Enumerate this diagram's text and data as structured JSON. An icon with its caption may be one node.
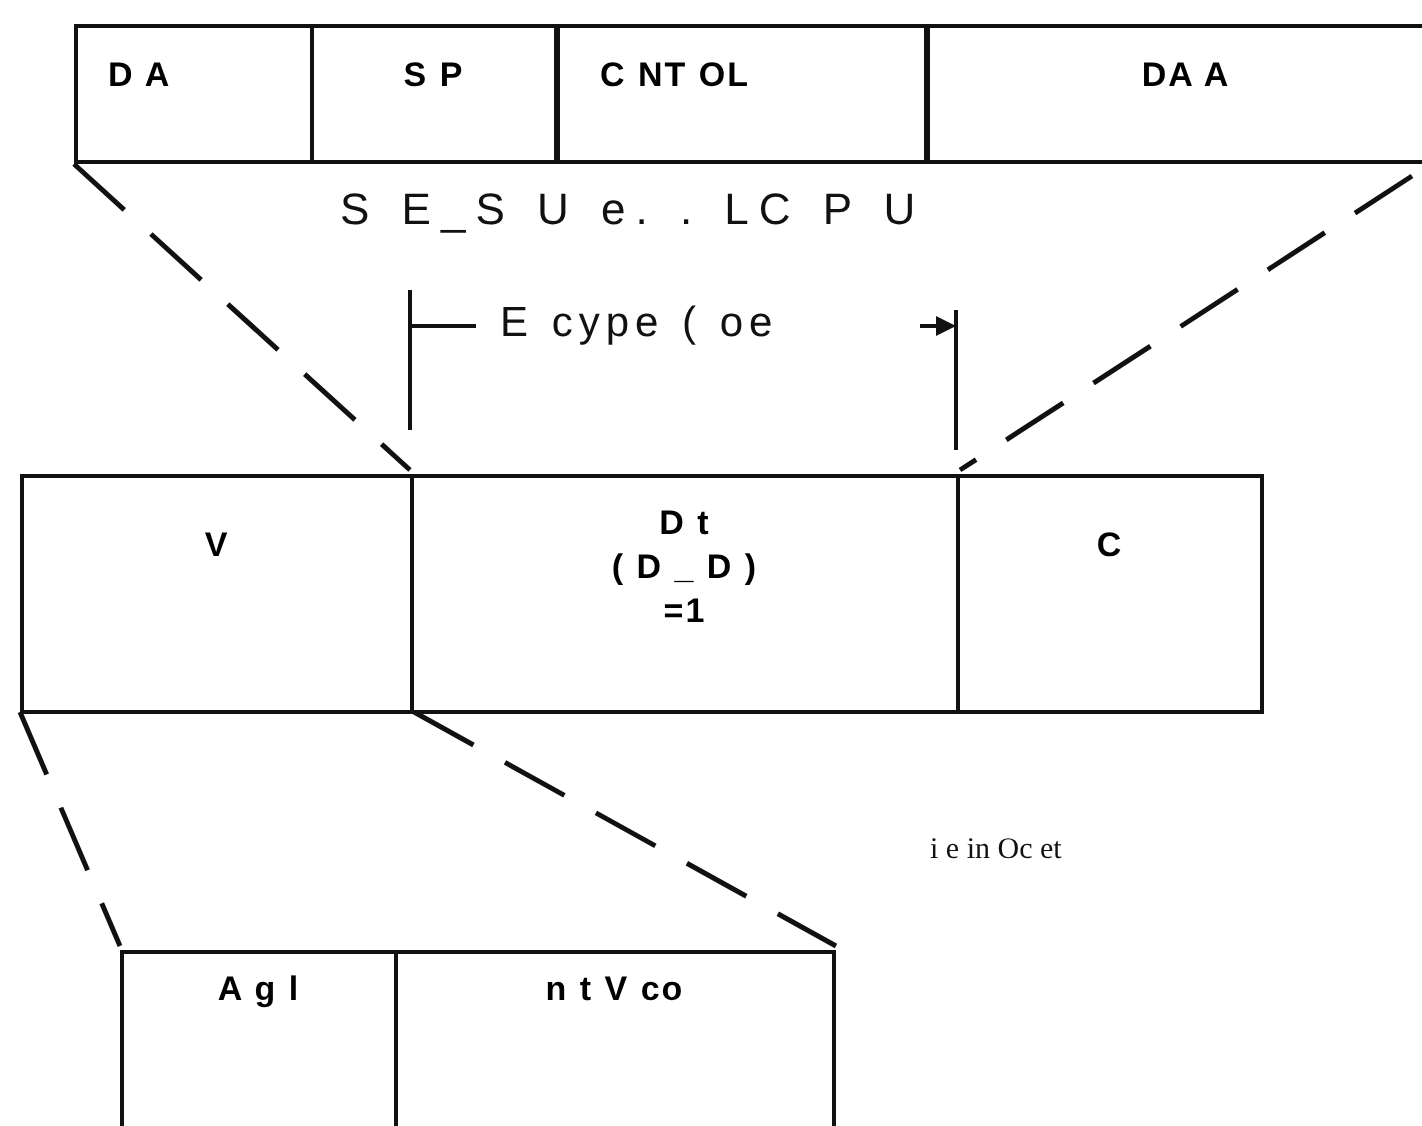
{
  "diagram": {
    "nodes": [
      {
        "text": [
          "D A"
        ]
      },
      {
        "text": [
          "S P"
        ]
      },
      {
        "text": [
          "C NT OL"
        ]
      },
      {
        "text": [
          "DA A"
        ]
      },
      {
        "text": [
          "V"
        ]
      },
      {
        "text": [
          "D t",
          "( D _ D )",
          "=1"
        ]
      },
      {
        "text": [
          "C"
        ]
      },
      {
        "text": [
          "A g l"
        ]
      },
      {
        "text": [
          "n t V co"
        ]
      }
    ],
    "edges": [
      {
        "from": 0,
        "to": 4,
        "arrow": "none",
        "style": "dashed"
      },
      {
        "from": 3,
        "to": 6,
        "arrow": "none",
        "style": "dashed"
      },
      {
        "from": 4,
        "to": 7,
        "arrow": "none",
        "style": "dashed"
      },
      {
        "from": 4,
        "to": 8,
        "arrow": "none",
        "style": "dashed"
      }
    ],
    "labels": [
      "S E_S U e. . LC P U",
      "E cype ( oe",
      "i e in Oc et"
    ]
  }
}
